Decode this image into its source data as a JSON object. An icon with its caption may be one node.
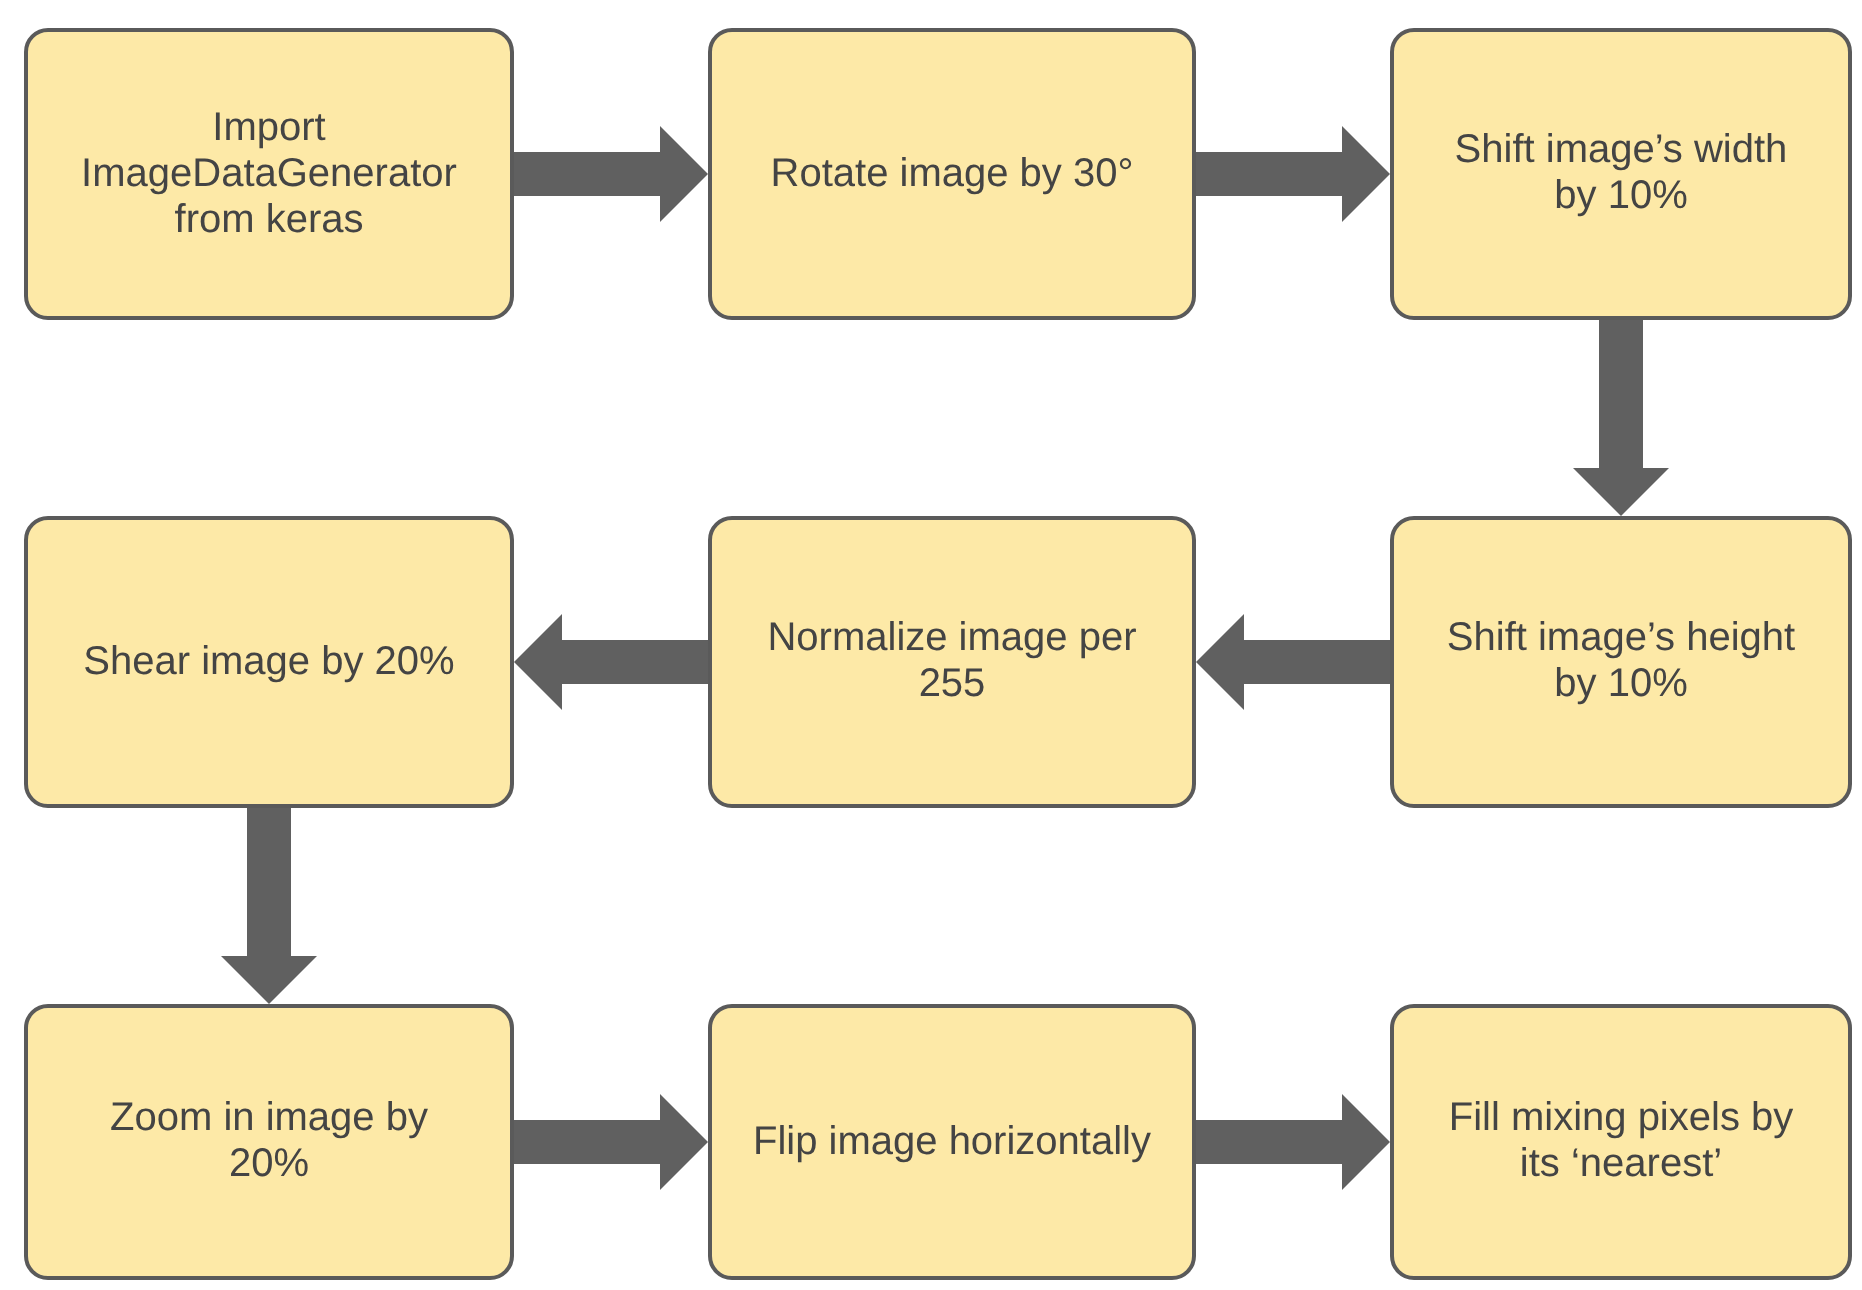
{
  "diagram": {
    "nodes": [
      {
        "text": [
          "Import ImageDataGenerator from keras"
        ]
      },
      {
        "text": [
          "Rotate image by 30°"
        ]
      },
      {
        "text": [
          "Shift image’s width by 10%"
        ]
      },
      {
        "text": [
          "Shear image by 20%"
        ]
      },
      {
        "text": [
          "Normalize image per 255"
        ]
      },
      {
        "text": [
          "Shift image’s height by 10%"
        ]
      },
      {
        "text": [
          "Zoom in image by 20%"
        ]
      },
      {
        "text": [
          "Flip image horizontally"
        ]
      },
      {
        "text": [
          "Fill mixing pixels by its ‘nearest’"
        ]
      }
    ],
    "edges": [
      {
        "from": 0,
        "to": 1,
        "arrow": "to"
      },
      {
        "from": 1,
        "to": 2,
        "arrow": "to"
      },
      {
        "from": 2,
        "to": 5,
        "arrow": "to"
      },
      {
        "from": 5,
        "to": 4,
        "arrow": "to"
      },
      {
        "from": 4,
        "to": 3,
        "arrow": "to"
      },
      {
        "from": 3,
        "to": 6,
        "arrow": "to"
      },
      {
        "from": 6,
        "to": 7,
        "arrow": "to"
      },
      {
        "from": 7,
        "to": 8,
        "arrow": "to"
      }
    ]
  }
}
